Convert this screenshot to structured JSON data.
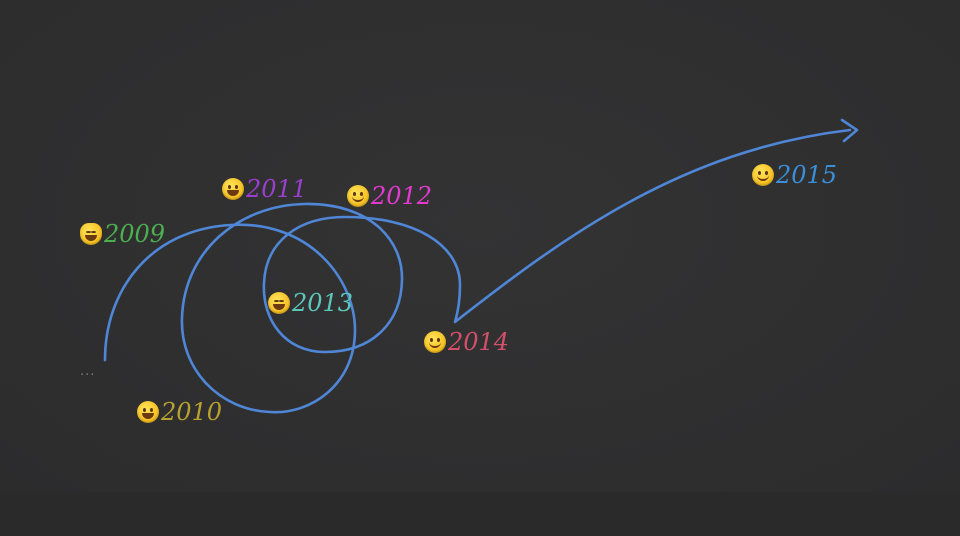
{
  "timeline": {
    "leading_ellipsis": "...",
    "years": [
      {
        "label": "2009",
        "color": "#4caf50",
        "emoji": "cat-tears-of-joy-emoji"
      },
      {
        "label": "2010",
        "color": "#b8a12f",
        "emoji": "grinning-sweat-emoji"
      },
      {
        "label": "2011",
        "color": "#9b3fd0",
        "emoji": "grimacing-grin-emoji"
      },
      {
        "label": "2012",
        "color": "#e23ad0",
        "emoji": "smiling-blush-emoji"
      },
      {
        "label": "2013",
        "color": "#5cc7b8",
        "emoji": "tears-of-joy-emoji"
      },
      {
        "label": "2014",
        "color": "#d3506a",
        "emoji": "slight-smile-emoji"
      },
      {
        "label": "2015",
        "color": "#3b8fd8",
        "emoji": "smiling-blush-emoji"
      }
    ],
    "path_color": "#4f86d6"
  }
}
